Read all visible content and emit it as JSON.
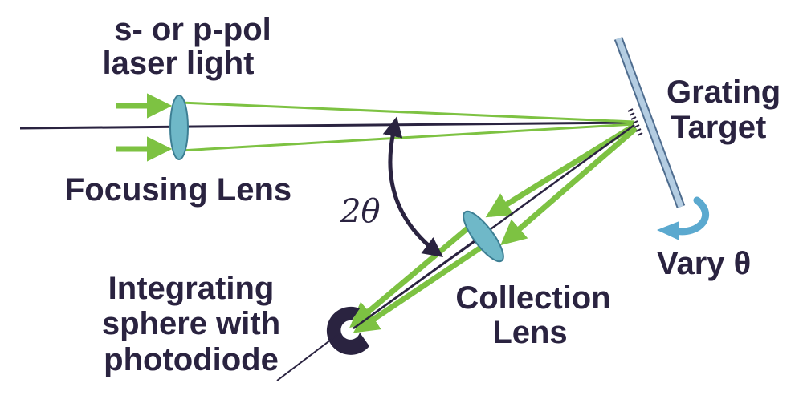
{
  "labels": {
    "laser_line1": "s- or p-pol",
    "laser_line2": "laser light",
    "focusing_lens": "Focusing Lens",
    "grating_line1": "Grating",
    "grating_line2": "Target",
    "angle_label": "2θ",
    "vary_theta": "Vary θ",
    "collection_line1": "Collection",
    "collection_line2": "Lens",
    "sphere_line1": "Integrating",
    "sphere_line2": "sphere with",
    "sphere_line3": "photodiode"
  },
  "colors": {
    "beam_green": "#7dc242",
    "dark_line": "#2a2340",
    "lens_fill": "#6fb8c8",
    "lens_stroke": "#3d7f94",
    "grating_fill": "#b4cde2",
    "grating_stroke": "#4f6d8f",
    "rotation_arrow": "#5ba9cf",
    "text": "#2a2340"
  }
}
